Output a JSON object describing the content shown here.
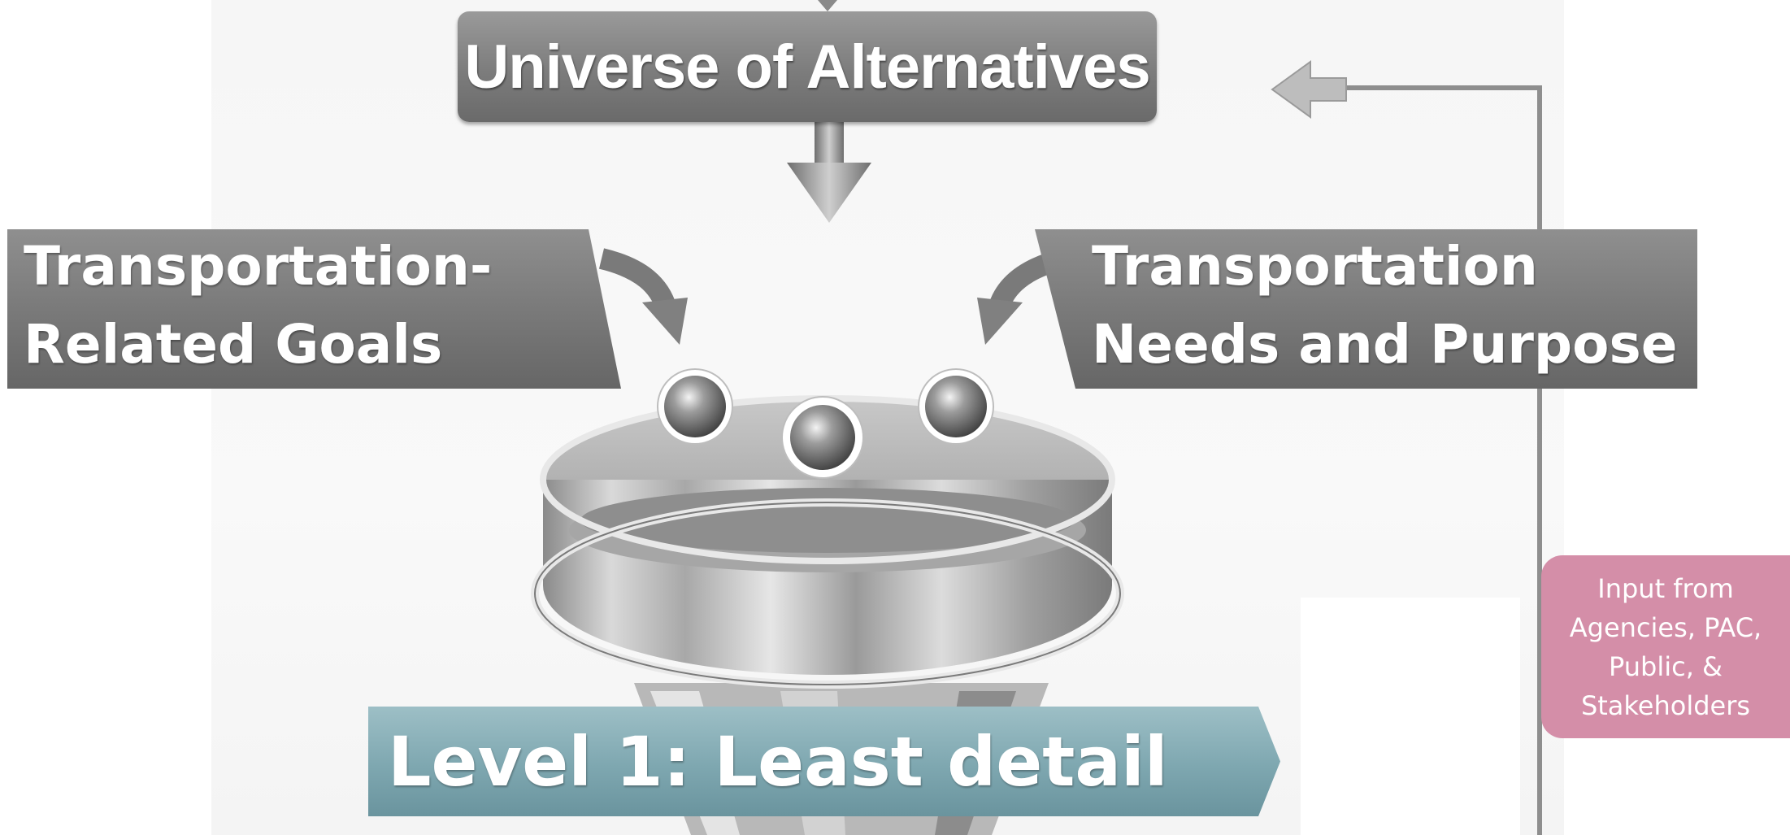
{
  "diagram": {
    "top_box": {
      "label": "Universe of Alternatives"
    },
    "left_box": {
      "line1": "Transportation-",
      "line2": "Related Goals"
    },
    "right_box": {
      "line1": "Transportation",
      "line2": "Needs and Purpose"
    },
    "level_banner": {
      "label": "Level 1: Least detail"
    },
    "input_box": {
      "line1": "Input from",
      "line2": "Agencies, PAC,",
      "line3": "Public, &",
      "line4": "Stakeholders"
    }
  },
  "colors": {
    "box_gray": "#7c7c7c",
    "banner_teal": "#7ea7b0",
    "input_pink": "#d48ea8",
    "feedback_line": "#8e8e8e"
  },
  "icons": [
    "down-arrow-icon",
    "curved-arrow-icon",
    "left-arrow-icon",
    "funnel-graphic",
    "ball-icon"
  ]
}
